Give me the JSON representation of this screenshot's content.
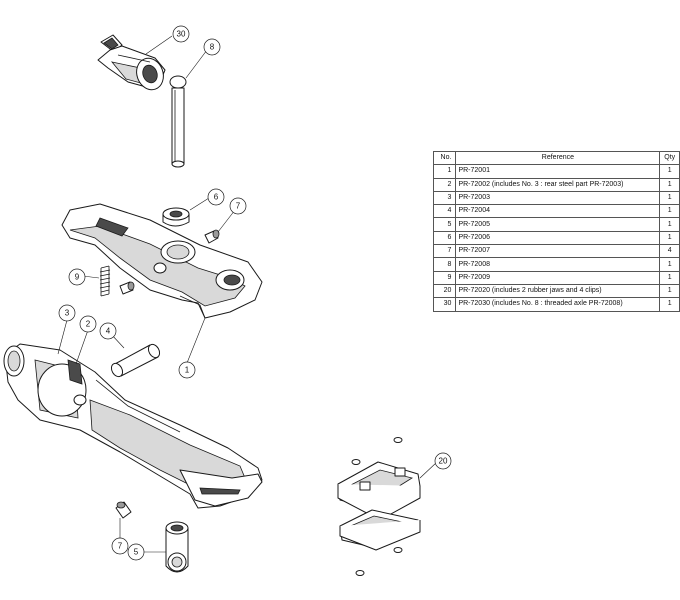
{
  "bom": {
    "headers": {
      "no": "No.",
      "reference": "Reference",
      "qty": "Qty"
    },
    "rows": [
      {
        "no": "1",
        "reference": "PR-72001",
        "qty": "1"
      },
      {
        "no": "2",
        "reference": "PR-72002 (includes No. 3 : rear steel part PR-72003)",
        "qty": "1"
      },
      {
        "no": "3",
        "reference": "PR-72003",
        "qty": "1"
      },
      {
        "no": "4",
        "reference": "PR-72004",
        "qty": "1"
      },
      {
        "no": "5",
        "reference": "PR-72005",
        "qty": "1"
      },
      {
        "no": "6",
        "reference": "PR-72006",
        "qty": "1"
      },
      {
        "no": "7",
        "reference": "PR-72007",
        "qty": "4"
      },
      {
        "no": "8",
        "reference": "PR-72008",
        "qty": "1"
      },
      {
        "no": "9",
        "reference": "PR-72009",
        "qty": "1"
      },
      {
        "no": "20",
        "reference": "PR-72020 (includes 2 rubber jaws and 4 clips)",
        "qty": "1"
      },
      {
        "no": "30",
        "reference": "PR-72030 (includes No. 8 : threaded axle PR-72008)",
        "qty": "1"
      }
    ]
  },
  "callouts": {
    "c30": "30",
    "c8": "8",
    "c6": "6",
    "c7a": "7",
    "c9": "9",
    "c1": "1",
    "c3": "3",
    "c2": "2",
    "c4": "4",
    "c7b": "7",
    "c5": "5",
    "c20": "20"
  }
}
